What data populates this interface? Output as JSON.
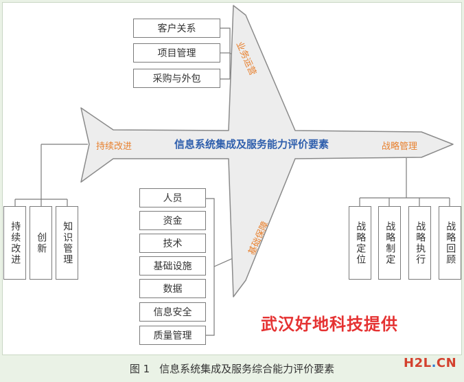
{
  "title": "信息系统集成及服务能力评价要素",
  "wings": {
    "top": "业务运营",
    "bottom": "基础保障",
    "tail": "持续改进",
    "nose": "战略管理"
  },
  "business_items": [
    "客户关系",
    "项目管理",
    "采购与外包"
  ],
  "improvement_items": [
    "持续改进",
    "创新",
    "知识管理"
  ],
  "foundation_items": [
    "人员",
    "资金",
    "技术",
    "基础设施",
    "数据",
    "信息安全",
    "质量管理"
  ],
  "strategy_items": [
    "战略定位",
    "战略制定",
    "战略执行",
    "战略回顾"
  ],
  "credit": "武汉好地科技提供",
  "caption": {
    "number": "图 1",
    "text": "信息系统集成及服务综合能力评价要素"
  },
  "watermark": "H2L.CN",
  "colors": {
    "plane_fill": "#ededed",
    "plane_stroke": "#8a8a8a",
    "title_blue": "#2f5fad",
    "label_orange": "#e8812f",
    "credit_red": "#e53232"
  }
}
